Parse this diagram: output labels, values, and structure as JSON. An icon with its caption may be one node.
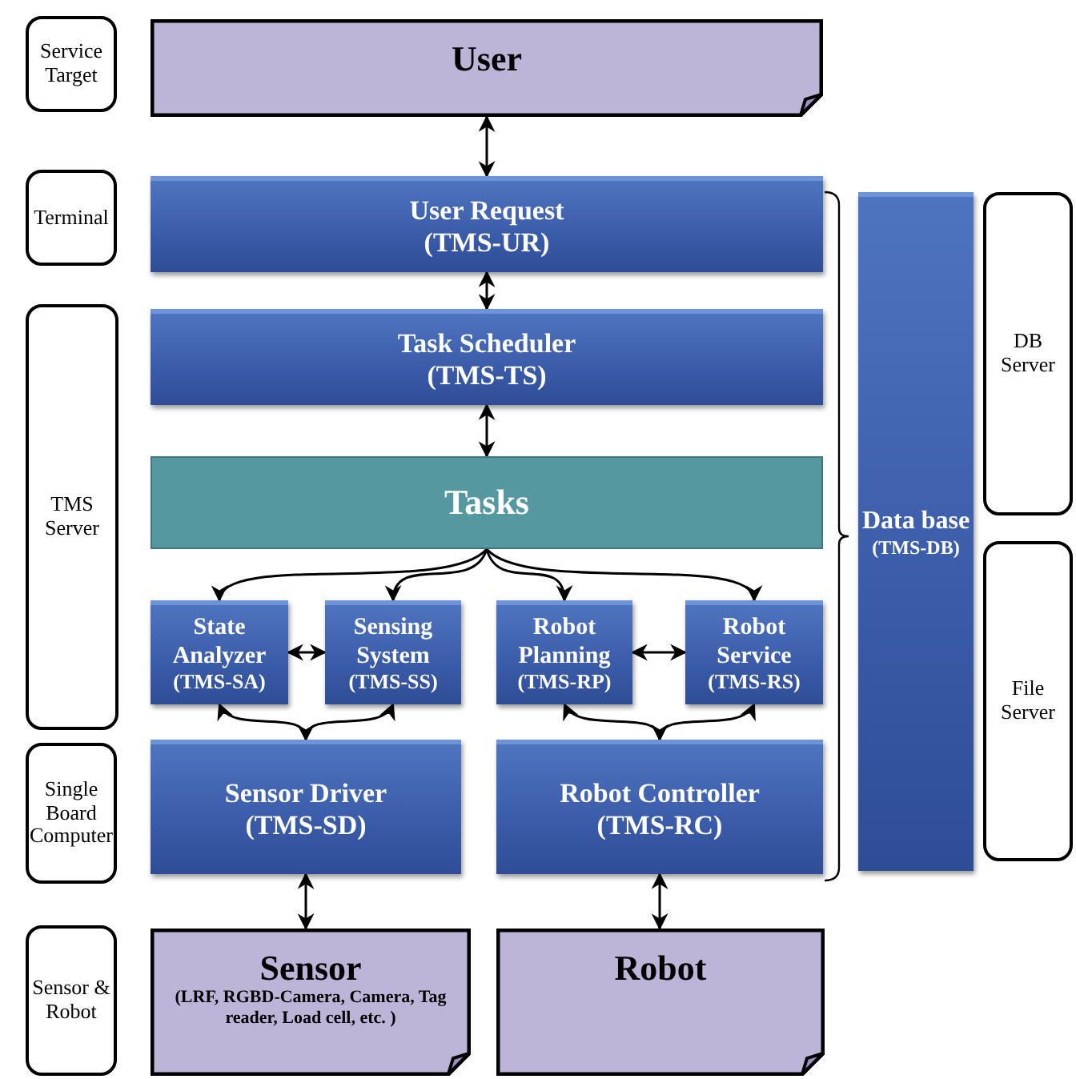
{
  "diagram": {
    "nodes": [
      {
        "text": [
          "Service Target"
        ]
      },
      {
        "text": [
          "User"
        ]
      },
      {
        "text": [
          "Terminal"
        ]
      },
      {
        "text": [
          "User Request",
          "(TMS-UR)"
        ]
      },
      {
        "text": [
          "TMS Server"
        ]
      },
      {
        "text": [
          "Task Scheduler",
          "(TMS-TS)"
        ]
      },
      {
        "text": [
          "Tasks"
        ]
      },
      {
        "text": [
          "State Analyzer",
          "(TMS-SA)"
        ]
      },
      {
        "text": [
          "Sensing System",
          "(TMS-SS)"
        ]
      },
      {
        "text": [
          "Robot Planning",
          "(TMS-RP)"
        ]
      },
      {
        "text": [
          "Robot Service",
          "(TMS-RS)"
        ]
      },
      {
        "text": [
          "Single Board Computer"
        ]
      },
      {
        "text": [
          "Sensor Driver",
          "(TMS-SD)"
        ]
      },
      {
        "text": [
          "Robot Controller",
          "(TMS-RC)"
        ]
      },
      {
        "text": [
          "Sensor & Robot"
        ]
      },
      {
        "text": [
          "Sensor",
          "(LRF, RGBD-Camera, Camera, Tag reader, Load cell, etc. )"
        ]
      },
      {
        "text": [
          "Robot"
        ]
      },
      {
        "text": [
          "Data base",
          "(TMS-DB)"
        ]
      },
      {
        "text": [
          "DB Server"
        ]
      },
      {
        "text": [
          "File Server"
        ]
      }
    ],
    "edges": [
      {
        "from": 1,
        "to": 3,
        "arrow": "both"
      },
      {
        "from": 3,
        "to": 5,
        "arrow": "both"
      },
      {
        "from": 5,
        "to": 6,
        "arrow": "both"
      },
      {
        "from": 6,
        "to": 7,
        "arrow": "to"
      },
      {
        "from": 6,
        "to": 8,
        "arrow": "to"
      },
      {
        "from": 6,
        "to": 9,
        "arrow": "to"
      },
      {
        "from": 6,
        "to": 10,
        "arrow": "to"
      },
      {
        "from": 7,
        "to": 8,
        "arrow": "both"
      },
      {
        "from": 9,
        "to": 10,
        "arrow": "both"
      },
      {
        "from": 7,
        "to": 12,
        "arrow": "both"
      },
      {
        "from": 8,
        "to": 12,
        "arrow": "both"
      },
      {
        "from": 9,
        "to": 13,
        "arrow": "both"
      },
      {
        "from": 10,
        "to": 13,
        "arrow": "both"
      },
      {
        "from": 12,
        "to": 15,
        "arrow": "both"
      },
      {
        "from": 13,
        "to": 16,
        "arrow": "both"
      }
    ]
  }
}
